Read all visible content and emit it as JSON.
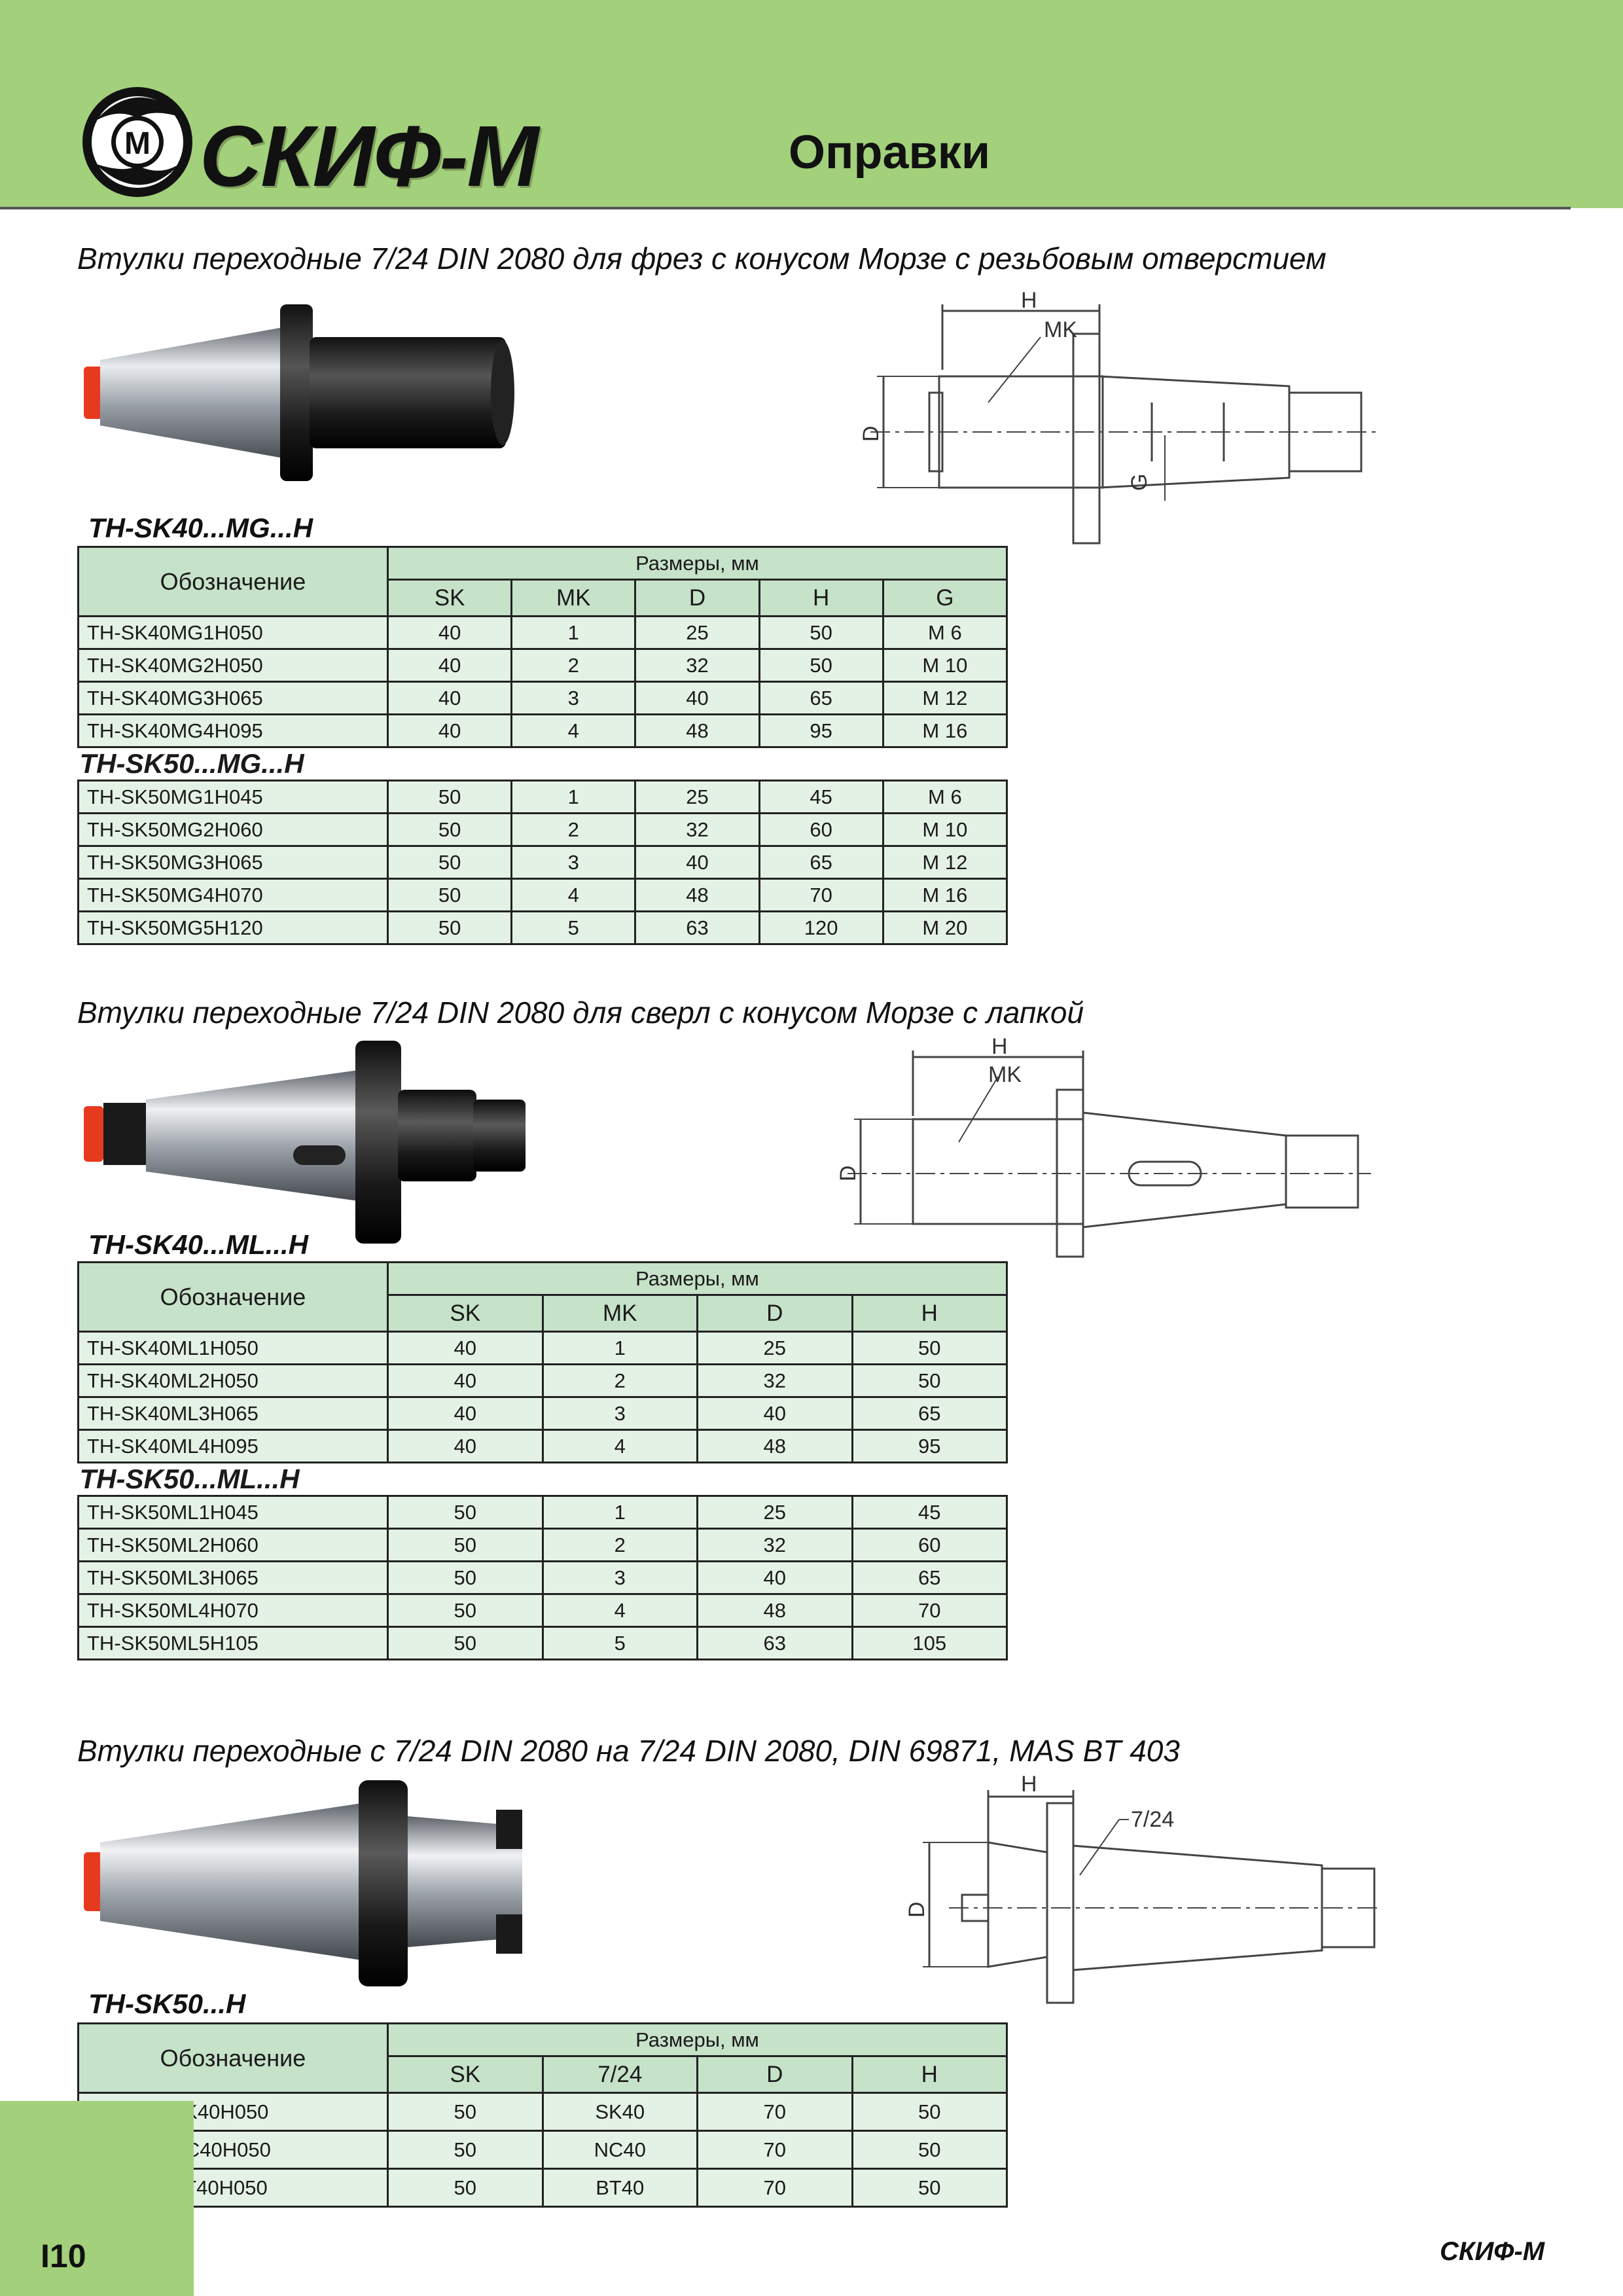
{
  "header": {
    "brand": "СКИФ-М",
    "brand_initial": "М",
    "title": "Оправки"
  },
  "colors": {
    "header_green": "#a3d07b",
    "table_header": "#c6e2c9",
    "table_cell": "#e4f2e5"
  },
  "sections": [
    {
      "title": "Втулки переходные 7/24 DIN 2080 для фрез с конусом Морзе с резьбовым отверстием",
      "model": "TH-SK40...MG...H",
      "drawing_labels": {
        "h": "H",
        "mk": "MK",
        "d": "D",
        "g": "G"
      },
      "table": {
        "desig_header": "Обозначение",
        "dims_header": "Размеры, мм",
        "columns": [
          "SK",
          "MK",
          "D",
          "H",
          "G"
        ],
        "rows": [
          [
            "TH-SK40MG1H050",
            "40",
            "1",
            "25",
            "50",
            "M 6"
          ],
          [
            "TH-SK40MG2H050",
            "40",
            "2",
            "32",
            "50",
            "M 10"
          ],
          [
            "TH-SK40MG3H065",
            "40",
            "3",
            "40",
            "65",
            "M 12"
          ],
          [
            "TH-SK40MG4H095",
            "40",
            "4",
            "48",
            "95",
            "M 16"
          ]
        ],
        "group2_label": "TH-SK50...MG...H",
        "rows2": [
          [
            "TH-SK50MG1H045",
            "50",
            "1",
            "25",
            "45",
            "M 6"
          ],
          [
            "TH-SK50MG2H060",
            "50",
            "2",
            "32",
            "60",
            "M 10"
          ],
          [
            "TH-SK50MG3H065",
            "50",
            "3",
            "40",
            "65",
            "M 12"
          ],
          [
            "TH-SK50MG4H070",
            "50",
            "4",
            "48",
            "70",
            "M 16"
          ],
          [
            "TH-SK50MG5H120",
            "50",
            "5",
            "63",
            "120",
            "M 20"
          ]
        ]
      }
    },
    {
      "title": "Втулки переходные 7/24 DIN 2080 для сверл с конусом Морзе с лапкой",
      "model": "TH-SK40...ML...H",
      "drawing_labels": {
        "h": "H",
        "mk": "MK",
        "d": "D"
      },
      "table": {
        "desig_header": "Обозначение",
        "dims_header": "Размеры, мм",
        "columns": [
          "SK",
          "MK",
          "D",
          "H"
        ],
        "rows": [
          [
            "TH-SK40ML1H050",
            "40",
            "1",
            "25",
            "50"
          ],
          [
            "TH-SK40ML2H050",
            "40",
            "2",
            "32",
            "50"
          ],
          [
            "TH-SK40ML3H065",
            "40",
            "3",
            "40",
            "65"
          ],
          [
            "TH-SK40ML4H095",
            "40",
            "4",
            "48",
            "95"
          ]
        ],
        "group2_label": "TH-SK50...ML...H",
        "rows2": [
          [
            "TH-SK50ML1H045",
            "50",
            "1",
            "25",
            "45"
          ],
          [
            "TH-SK50ML2H060",
            "50",
            "2",
            "32",
            "60"
          ],
          [
            "TH-SK50ML3H065",
            "50",
            "3",
            "40",
            "65"
          ],
          [
            "TH-SK50ML4H070",
            "50",
            "4",
            "48",
            "70"
          ],
          [
            "TH-SK50ML5H105",
            "50",
            "5",
            "63",
            "105"
          ]
        ]
      }
    },
    {
      "title": "Втулки переходные с 7/24 DIN 2080 на 7/24 DIN 2080, DIN 69871, MAS BT 403",
      "model": "TH-SK50...H",
      "drawing_labels": {
        "h": "H",
        "taper": "7/24",
        "d": "D"
      },
      "table": {
        "desig_header": "Обозначение",
        "dims_header": "Размеры, мм",
        "columns": [
          "SK",
          "7/24",
          "D",
          "H"
        ],
        "rows": [
          [
            "TH-SK50SK40H050",
            "50",
            "SK40",
            "70",
            "50"
          ],
          [
            "TH-SK50NC40H050",
            "50",
            "NC40",
            "70",
            "50"
          ],
          [
            "TH-SK50BT40H050",
            "50",
            "BT40",
            "70",
            "50"
          ]
        ]
      }
    }
  ],
  "footer": {
    "page": "I10",
    "brand": "СКИФ-М"
  }
}
